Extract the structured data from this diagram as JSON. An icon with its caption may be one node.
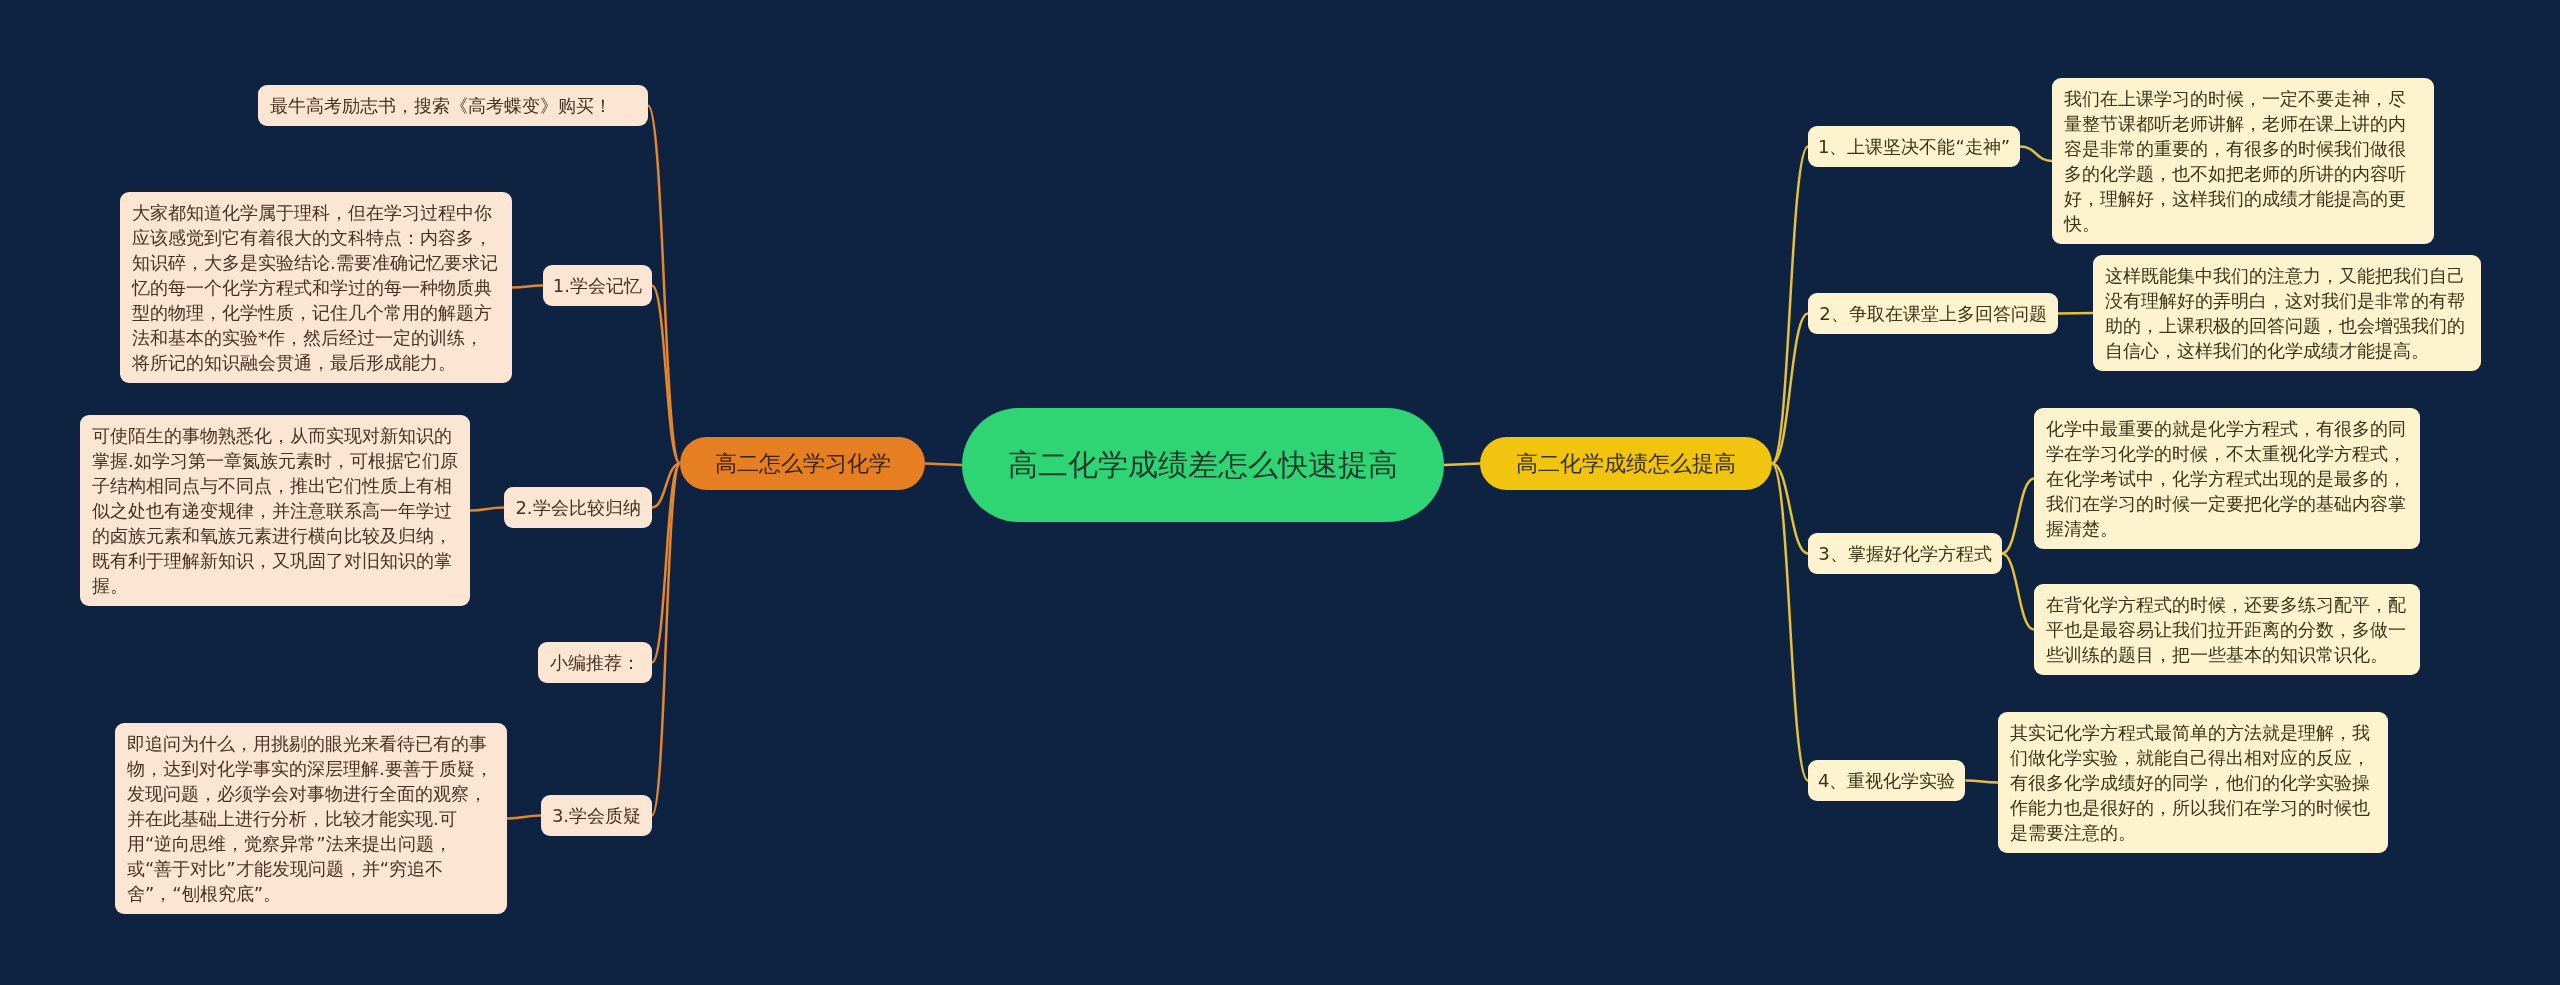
{
  "diagram": {
    "nodes": [
      {
        "text": [
          "高二化学成绩差怎么快速提高"
        ]
      },
      {
        "text": [
          "高二怎么学习化学"
        ]
      },
      {
        "text": [
          "高二化学成绩怎么提高"
        ]
      },
      {
        "text": [
          "最牛高考励志书，搜索《高考蝶变》购买！"
        ]
      },
      {
        "text": [
          "1.学会记忆"
        ]
      },
      {
        "text": [
          "大家都知道化学属于理科，但在学习过程中你应该感觉到它有着很大的文科特点：内容多，知识碎，大多是实验结论.需要准确记忆要求记忆的每一个化学方程式和学过的每一种物质典型的物理，化学性质，记住几个常用的解题方法和基本的实验*作，然后经过一定的训练，将所记的知识融会贯通，最后形成能力。"
        ]
      },
      {
        "text": [
          "2.学会比较归纳"
        ]
      },
      {
        "text": [
          "可使陌生的事物熟悉化，从而实现对新知识的掌握.如学习第一章氮族元素时，可根据它们原子结构相同点与不同点，推出它们性质上有相似之处也有递变规律，并注意联系高一年学过的卤族元素和氧族元素进行横向比较及归纳，既有利于理解新知识，又巩固了对旧知识的掌握。"
        ]
      },
      {
        "text": [
          "小编推荐："
        ]
      },
      {
        "text": [
          "3.学会质疑"
        ]
      },
      {
        "text": [
          "即追问为什么，用挑剔的眼光来看待已有的事物，达到对化学事实的深层理解.要善于质疑，发现问题，必须学会对事物进行全面的观察，并在此基础上进行分析，比较才能实现.可用“逆向思维，觉察异常”法来提出问题，或“善于对比”才能发现问题，并“穷追不舍”，“刨根究底”。"
        ]
      },
      {
        "text": [
          "1、上课坚决不能“走神”"
        ]
      },
      {
        "text": [
          "我们在上课学习的时候，一定不要走神，尽量整节课都听老师讲解，老师在课上讲的内容是非常的重要的，有很多的时候我们做很多的化学题，也不如把老师的所讲的内容听好，理解好，这样我们的成绩才能提高的更快。"
        ]
      },
      {
        "text": [
          "2、争取在课堂上多回答问题"
        ]
      },
      {
        "text": [
          "这样既能集中我们的注意力，又能把我们自己没有理解好的弄明白，这对我们是非常的有帮助的，上课积极的回答问题，也会增强我们的自信心，这样我们的化学成绩才能提高。"
        ]
      },
      {
        "text": [
          "3、掌握好化学方程式"
        ]
      },
      {
        "text": [
          "化学中最重要的就是化学方程式，有很多的同学在学习化学的时候，不太重视化学方程式，在化学考试中，化学方程式出现的是最多的，我们在学习的时候一定要把化学的基础内容掌握清楚。"
        ]
      },
      {
        "text": [
          "在背化学方程式的时候，还要多练习配平，配平也是最容易让我们拉开距离的分数，多做一些训练的题目，把一些基本的知识常识化。"
        ]
      },
      {
        "text": [
          "4、重视化学实验"
        ]
      },
      {
        "text": [
          "其实记化学方程式最简单的方法就是理解，我们做化学实验，就能自己得出相对应的反应，有很多化学成绩好的同学，他们的化学实验操作能力也是很好的，所以我们在学习的时候也是需要注意的。"
        ]
      }
    ],
    "edges": [
      {
        "from": 0,
        "to": 1,
        "arrow": "none",
        "color": "#e3862e"
      },
      {
        "from": 0,
        "to": 2,
        "arrow": "none"
      },
      {
        "from": 1,
        "to": 3,
        "arrow": "none",
        "color": "#e3862e"
      },
      {
        "from": 1,
        "to": 4,
        "arrow": "none",
        "color": "#e3862e"
      },
      {
        "from": 1,
        "to": 6,
        "arrow": "none",
        "color": "#e3862e"
      },
      {
        "from": 1,
        "to": 8,
        "arrow": "none",
        "color": "#e3862e"
      },
      {
        "from": 1,
        "to": 9,
        "arrow": "none",
        "color": "#e3862e"
      },
      {
        "from": 4,
        "to": 5,
        "arrow": "none",
        "color": "#e3862e"
      },
      {
        "from": 6,
        "to": 7,
        "arrow": "none",
        "color": "#e3862e"
      },
      {
        "from": 9,
        "to": 10,
        "arrow": "none",
        "color": "#e3862e"
      },
      {
        "from": 2,
        "to": 11,
        "arrow": "none"
      },
      {
        "from": 2,
        "to": 13,
        "arrow": "none"
      },
      {
        "from": 2,
        "to": 15,
        "arrow": "none"
      },
      {
        "from": 2,
        "to": 18,
        "arrow": "none"
      },
      {
        "from": 11,
        "to": 12,
        "arrow": "none"
      },
      {
        "from": 13,
        "to": 14,
        "arrow": "none"
      },
      {
        "from": 15,
        "to": 16,
        "arrow": "none"
      },
      {
        "from": 15,
        "to": 17,
        "arrow": "none"
      },
      {
        "from": 18,
        "to": 19,
        "arrow": "none"
      }
    ]
  }
}
